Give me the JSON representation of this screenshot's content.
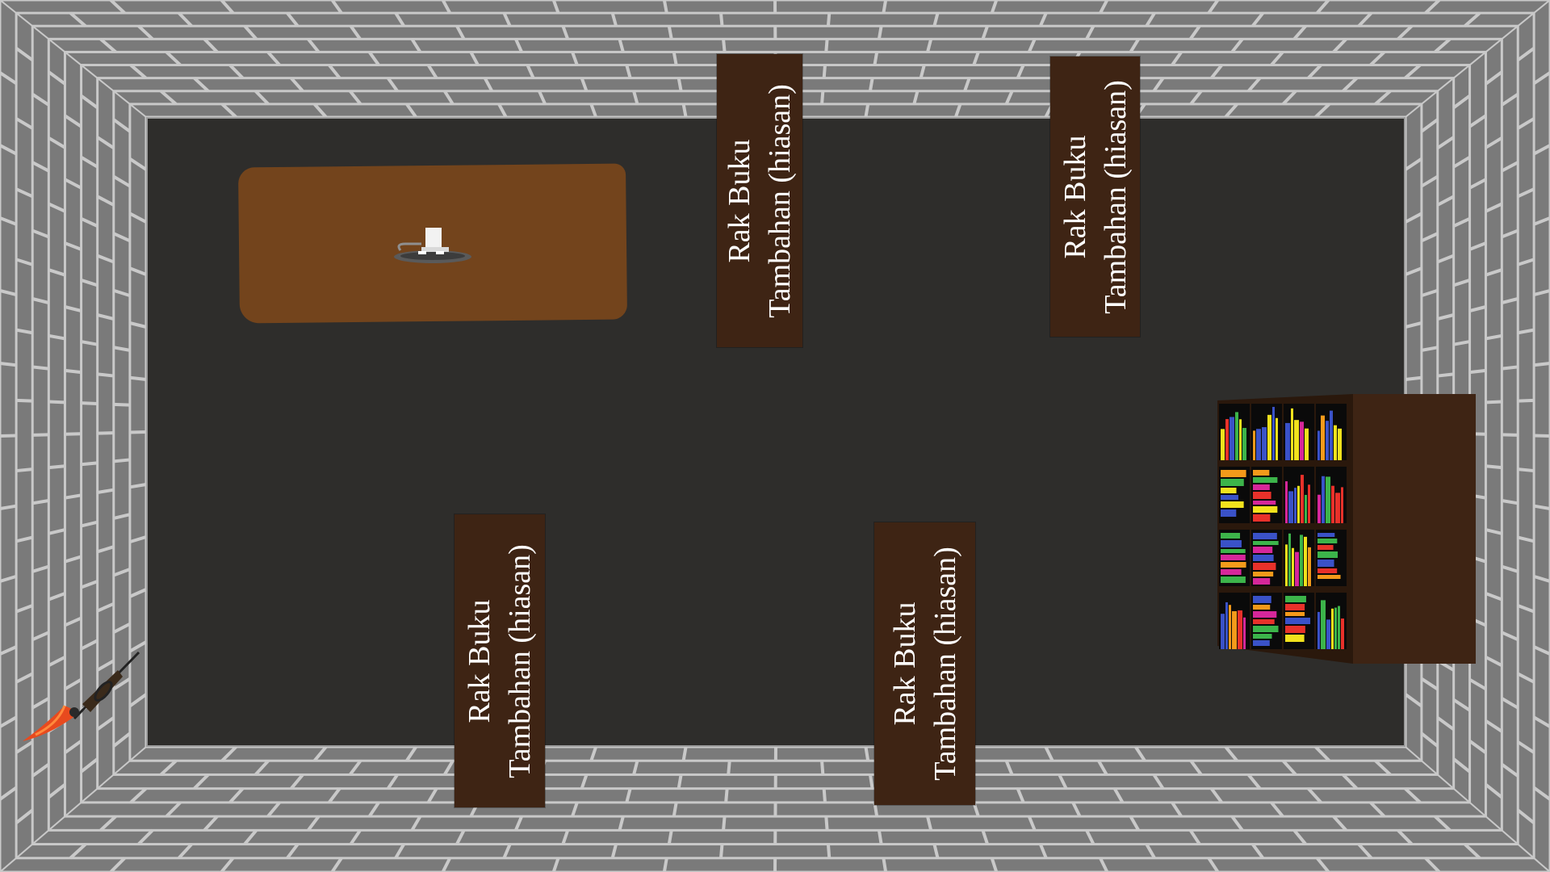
{
  "scene": {
    "shelves": [
      {
        "line1": "Rak Buku",
        "line2": "Tambahan (hiasan)"
      },
      {
        "line1": "Rak Buku",
        "line2": "Tambahan (hiasan)"
      },
      {
        "line1": "Rak Buku",
        "line2": "Tambahan (hiasan)"
      },
      {
        "line1": "Rak Buku",
        "line2": "Tambahan (hiasan)"
      }
    ],
    "objects": {
      "rug": "rug",
      "candle": "candle-holder-icon",
      "bookcase": "bookcase-icon",
      "knife": "knife-icon"
    },
    "colors": {
      "wall": "#7a7a7a",
      "mortar": "#c9c9c9",
      "floor": "#2e2d2b",
      "rug": "#73441c",
      "shelf": "#3e2414"
    }
  }
}
